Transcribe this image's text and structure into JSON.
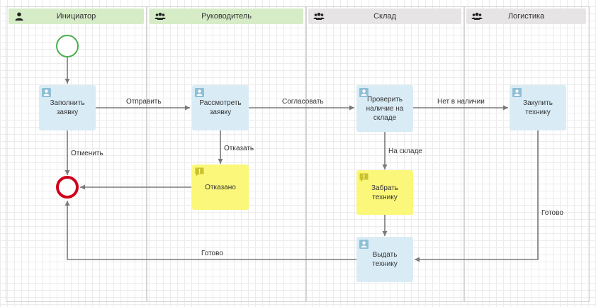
{
  "lanes": [
    {
      "title": "Инициатор",
      "icon": "user-icon",
      "color": "#d6ecc7"
    },
    {
      "title": "Руководитель",
      "icon": "users-icon",
      "color": "#d6ecc7"
    },
    {
      "title": "Склад",
      "icon": "users-icon",
      "color": "#e7e4e6"
    },
    {
      "title": "Логистика",
      "icon": "users-icon",
      "color": "#e7e4e6"
    }
  ],
  "tasks": {
    "fill_request": "Заполнить заявку",
    "review_request": "Рассмотреть заявку",
    "check_stock": "Проверить наличие на складе",
    "buy_equipment": "Закупить технику",
    "rejected": "Отказано",
    "pick_equipment": "Забрать технику",
    "issue_equipment": "Выдать технику"
  },
  "flows": {
    "send": "Отправить",
    "approve": "Согласовать",
    "not_in_stock": "Нет в наличии",
    "cancel": "Отменить",
    "reject": "Отказать",
    "in_stock": "На складе",
    "done_logistics": "Готово",
    "done_issue": "Готово"
  },
  "colors": {
    "start_event": "#4caf50",
    "end_event": "#d0021b",
    "task_blue": "#d9ecf6",
    "task_yellow": "#fbf77a",
    "connector": "#7a7a7a"
  }
}
